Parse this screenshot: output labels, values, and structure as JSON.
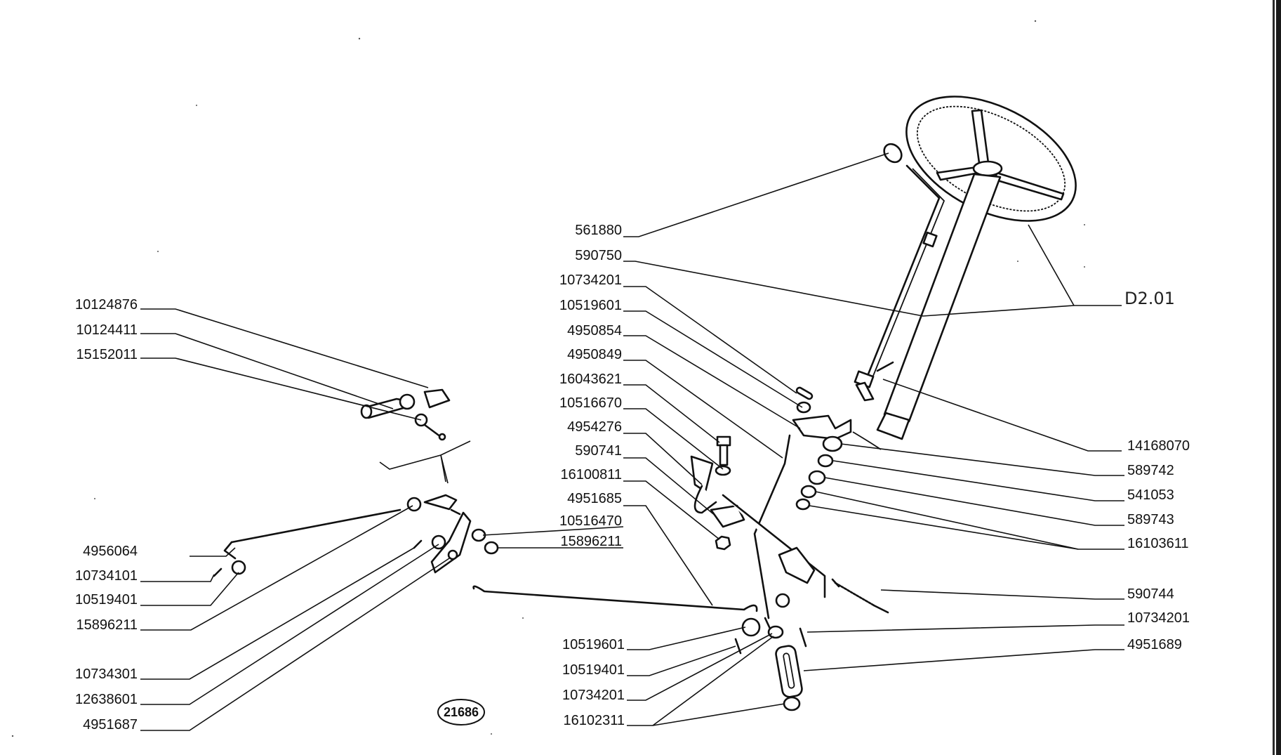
{
  "diagram": {
    "type": "exploded parts diagram",
    "subject": "steering wheel and throttle/control linkage assembly",
    "reference_code": "21686",
    "assembly_ref": "D2.01",
    "left_callouts": [
      {
        "part": "10124876"
      },
      {
        "part": "10124411"
      },
      {
        "part": "15152011"
      },
      {
        "part": "4956064"
      },
      {
        "part": "10734101"
      },
      {
        "part": "10519401"
      },
      {
        "part": "15896211"
      },
      {
        "part": "10734301"
      },
      {
        "part": "12638601"
      },
      {
        "part": "4951687"
      }
    ],
    "center_callouts": [
      {
        "part": "561880"
      },
      {
        "part": "590750"
      },
      {
        "part": "10734201"
      },
      {
        "part": "10519601"
      },
      {
        "part": "4950854"
      },
      {
        "part": "4950849"
      },
      {
        "part": "16043621"
      },
      {
        "part": "10516670"
      },
      {
        "part": "4954276"
      },
      {
        "part": "590741"
      },
      {
        "part": "16100811"
      },
      {
        "part": "4951685"
      },
      {
        "part": "10516470"
      },
      {
        "part": "15896211"
      }
    ],
    "center_bottom_callouts": [
      {
        "part": "10519601"
      },
      {
        "part": "10519401"
      },
      {
        "part": "10734201"
      },
      {
        "part": "16102311"
      }
    ],
    "right_callouts": [
      {
        "part": "14168070"
      },
      {
        "part": "589742"
      },
      {
        "part": "541053"
      },
      {
        "part": "589743"
      },
      {
        "part": "16103611"
      },
      {
        "part": "590744"
      },
      {
        "part": "10734201"
      },
      {
        "part": "4951689"
      }
    ]
  }
}
